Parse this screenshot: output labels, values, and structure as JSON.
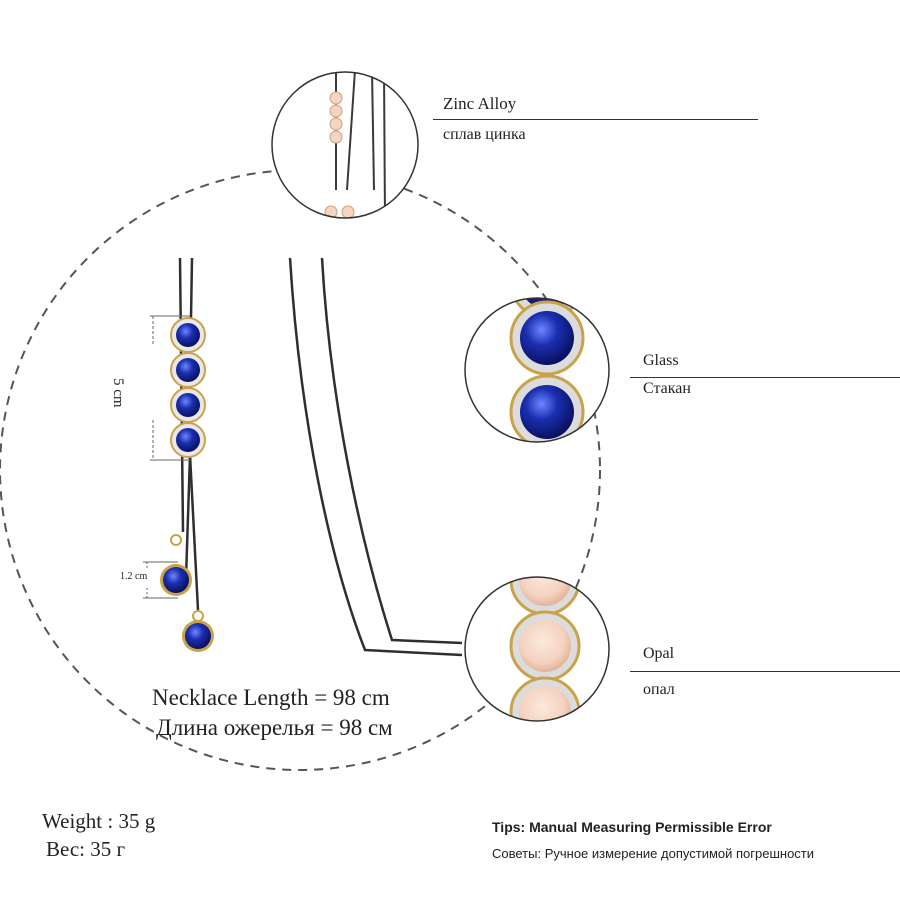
{
  "callouts": {
    "zinc": {
      "en": "Zinc Alloy",
      "ru": "сплав цинка"
    },
    "glass": {
      "en": "Glass",
      "ru": "Стакан"
    },
    "opal": {
      "en": "Opal",
      "ru": "опал"
    }
  },
  "dimensions": {
    "pendant_height": "5 cm",
    "drop_diameter": "1.2 cm"
  },
  "length": {
    "en": "Necklace Length = 98 cm",
    "ru": "Длина ожерелья = 98 см"
  },
  "weight": {
    "en": "Weight : 35 g",
    "ru": "Вес: 35 г"
  },
  "tips": {
    "en": "Tips: Manual Measuring Permissible Error",
    "ru": "Советы: Ручное измерение допустимой погрешности"
  },
  "colors": {
    "sapphire": "#1a2fb0",
    "opal": "#f4d2bf",
    "gold": "#c9a24a",
    "chain": "#2f2f2f",
    "dash": "#555555"
  }
}
